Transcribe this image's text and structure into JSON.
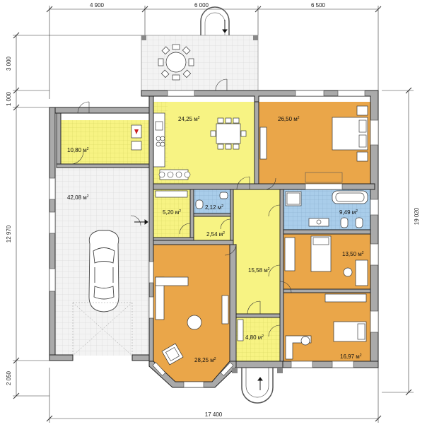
{
  "dimensions": {
    "top": [
      "4 900",
      "6 000",
      "6 500"
    ],
    "left": [
      "3 000",
      "1 000",
      "12 970",
      "2 050"
    ],
    "right": "19 020",
    "bottom": "17 400"
  },
  "rooms": {
    "storage": "10,80 м",
    "garage": "42,08 м",
    "kitchen": "24,25 м",
    "bedroom_large": "26,50 м",
    "pantry": "5,20 м",
    "wc": "2,12 м",
    "hall_small": "2,54 м",
    "bath": "9,49 м",
    "bedroom_mid": "13,50 м",
    "corridor": "15,58 м",
    "living": "28,25 м",
    "vestibule": "4,80 м",
    "bedroom_small": "16,97 м"
  },
  "area_unit_exponent": "2",
  "colors": {
    "yellow": "#f7f383",
    "orange": "#eaa649",
    "blue": "#a9cdea",
    "paving": "#f3f3f3",
    "wall": "#aaaaaa"
  }
}
